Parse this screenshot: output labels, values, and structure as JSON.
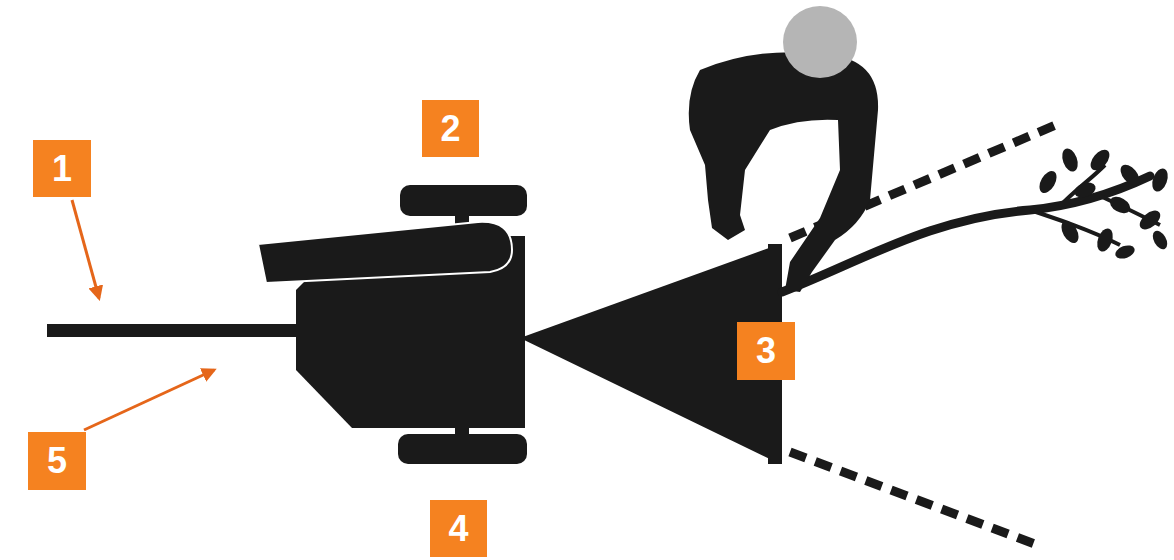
{
  "diagram": {
    "nodes": [
      {
        "text": [
          "1"
        ]
      },
      {
        "text": [
          "2"
        ]
      },
      {
        "text": [
          "3"
        ]
      },
      {
        "text": [
          "4"
        ]
      },
      {
        "text": [
          "5"
        ]
      }
    ]
  }
}
